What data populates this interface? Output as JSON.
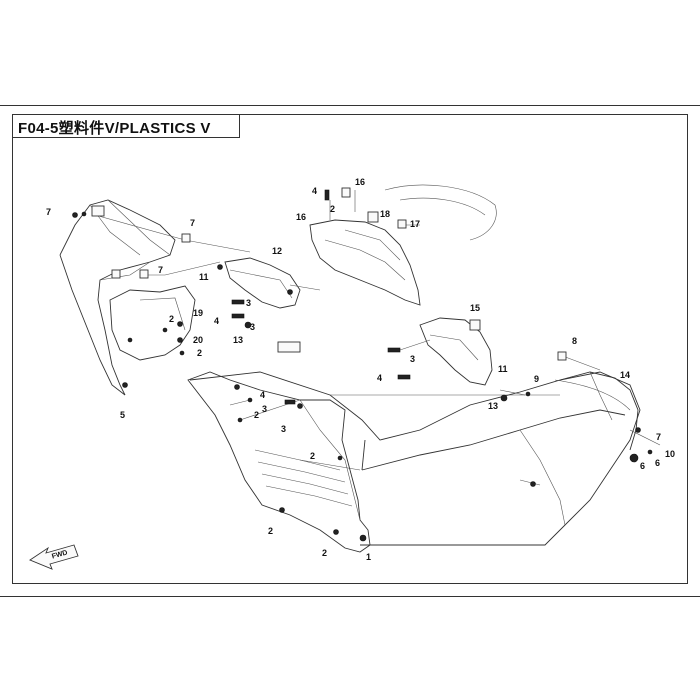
{
  "header": {
    "title": "F04-5塑料件V/PLASTICS V"
  },
  "fwd_badge": "FWD",
  "callouts": [
    {
      "id": "c1",
      "text": "1"
    },
    {
      "id": "c2a",
      "text": "2"
    },
    {
      "id": "c2b",
      "text": "2"
    },
    {
      "id": "c2c",
      "text": "2"
    },
    {
      "id": "c2d",
      "text": "2"
    },
    {
      "id": "c2e",
      "text": "2"
    },
    {
      "id": "c2f",
      "text": "2"
    },
    {
      "id": "c2g",
      "text": "2"
    },
    {
      "id": "c3a",
      "text": "3"
    },
    {
      "id": "c3b",
      "text": "3"
    },
    {
      "id": "c3c",
      "text": "3"
    },
    {
      "id": "c3d",
      "text": "3"
    },
    {
      "id": "c3e",
      "text": "3"
    },
    {
      "id": "c4a",
      "text": "4"
    },
    {
      "id": "c4b",
      "text": "4"
    },
    {
      "id": "c4c",
      "text": "4"
    },
    {
      "id": "c4d",
      "text": "4"
    },
    {
      "id": "c5",
      "text": "5"
    },
    {
      "id": "c6a",
      "text": "6"
    },
    {
      "id": "c6b",
      "text": "6"
    },
    {
      "id": "c7a",
      "text": "7"
    },
    {
      "id": "c7b",
      "text": "7"
    },
    {
      "id": "c7c",
      "text": "7"
    },
    {
      "id": "c7d",
      "text": "7"
    },
    {
      "id": "c8",
      "text": "8"
    },
    {
      "id": "c9",
      "text": "9"
    },
    {
      "id": "c10",
      "text": "10"
    },
    {
      "id": "c11a",
      "text": "11"
    },
    {
      "id": "c11b",
      "text": "11"
    },
    {
      "id": "c12",
      "text": "12"
    },
    {
      "id": "c13a",
      "text": "13"
    },
    {
      "id": "c13b",
      "text": "13"
    },
    {
      "id": "c14",
      "text": "14"
    },
    {
      "id": "c15",
      "text": "15"
    },
    {
      "id": "c16a",
      "text": "16"
    },
    {
      "id": "c16b",
      "text": "16"
    },
    {
      "id": "c17",
      "text": "17"
    },
    {
      "id": "c18",
      "text": "18"
    },
    {
      "id": "c19",
      "text": "19"
    },
    {
      "id": "c20",
      "text": "20"
    }
  ]
}
